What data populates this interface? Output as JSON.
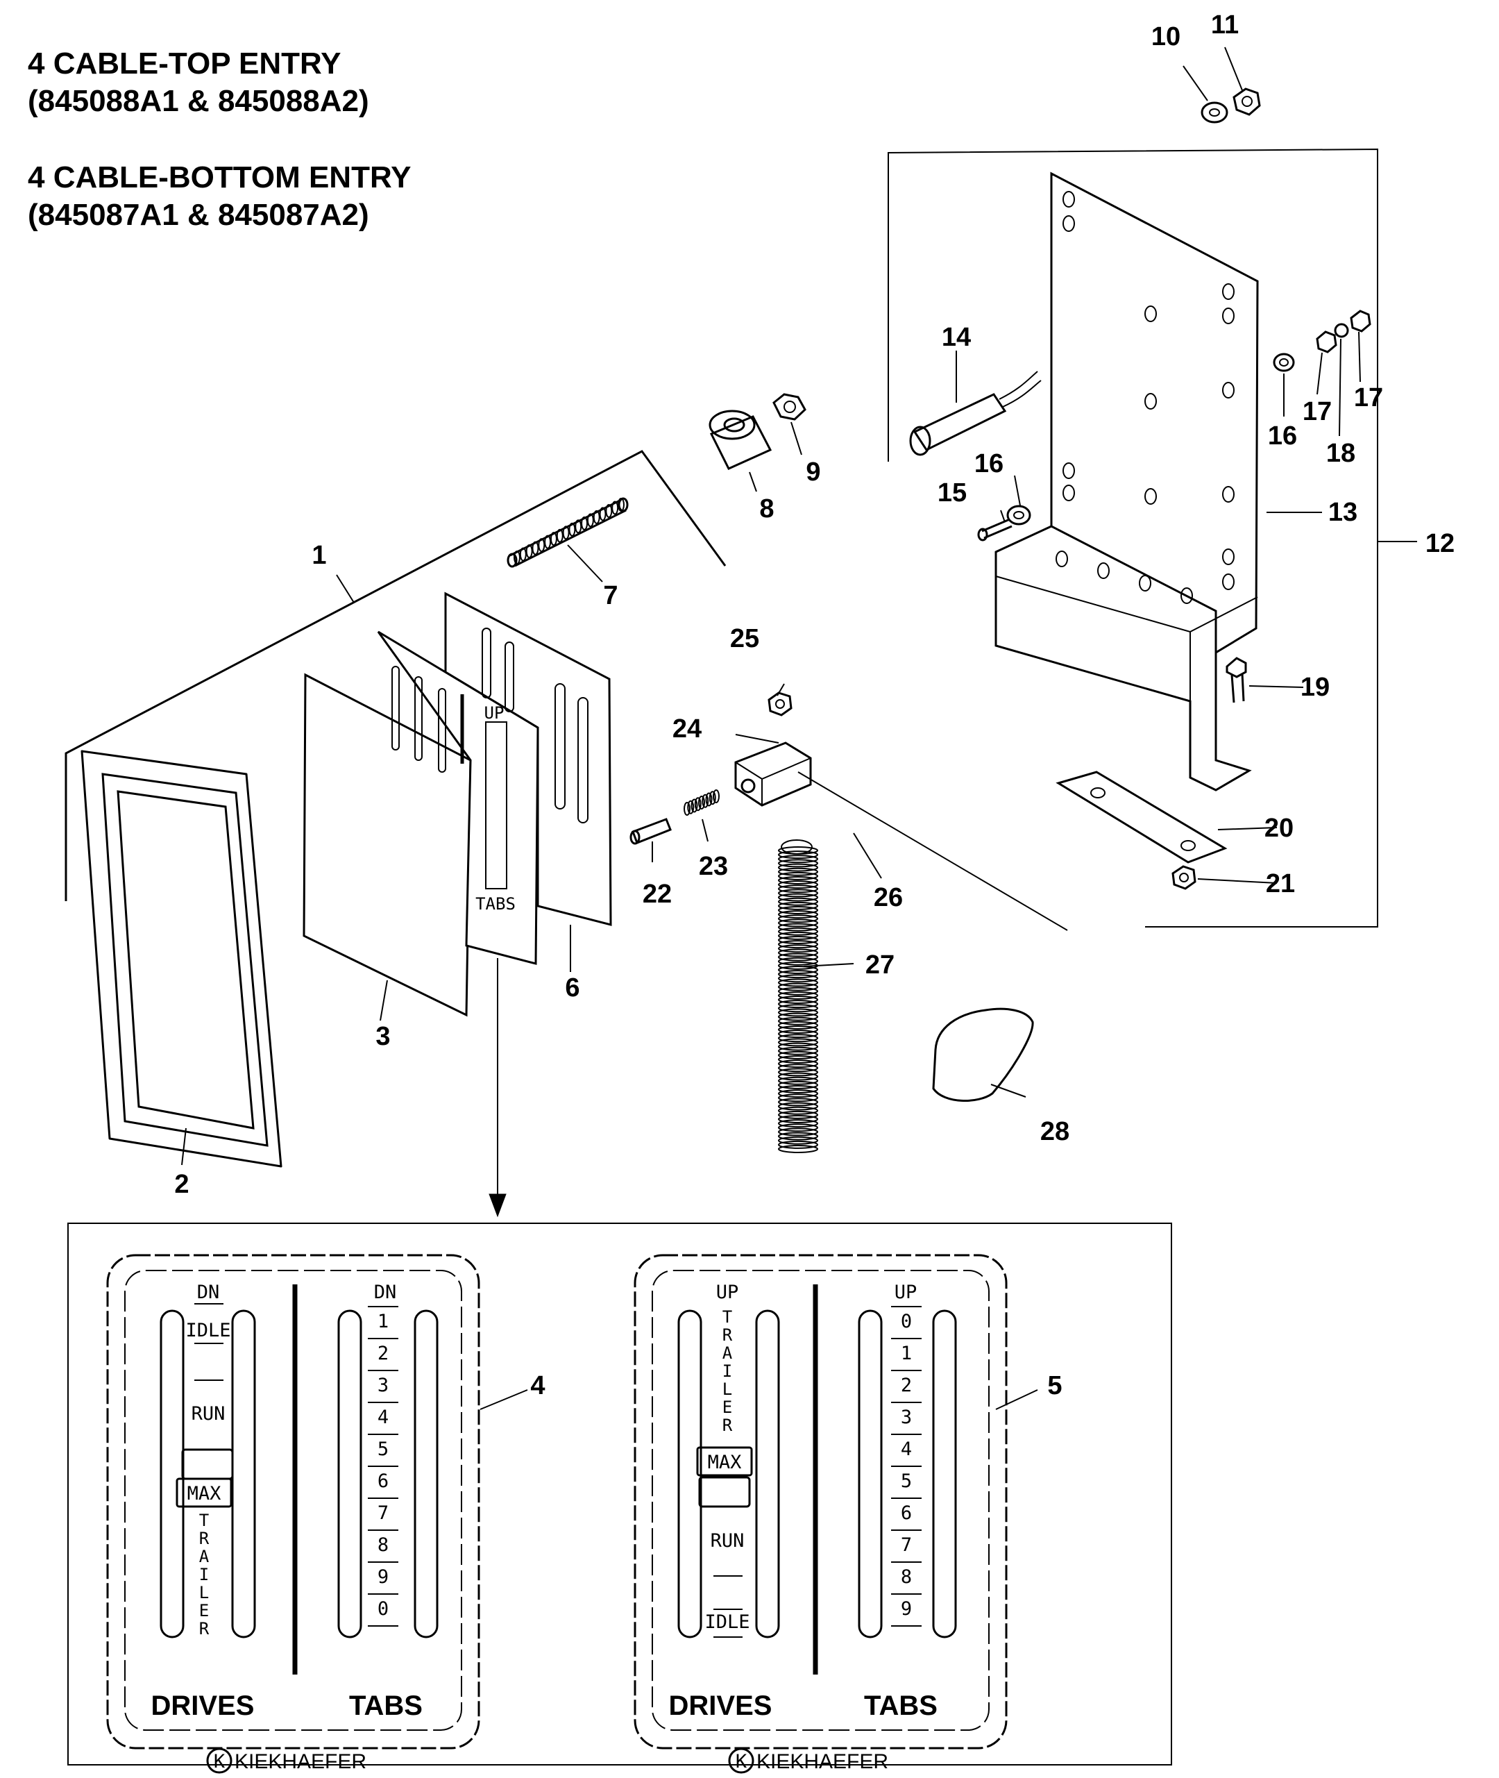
{
  "titles": {
    "line1": "4 CABLE-TOP ENTRY",
    "line2": "(845088A1  & 845088A2)",
    "line3": "4 CABLE-BOTTOM ENTRY",
    "line4": "(845087A1  & 845087A2)"
  },
  "callouts": [
    "1",
    "2",
    "3",
    "4",
    "5",
    "6",
    "7",
    "8",
    "9",
    "10",
    "11",
    "12",
    "13",
    "14",
    "15",
    "16",
    "16",
    "17",
    "17",
    "18",
    "19",
    "20",
    "21",
    "22",
    "23",
    "24",
    "25",
    "26",
    "27",
    "28"
  ],
  "decal_tabs_small": {
    "up": "UP",
    "tabs": "TABS"
  },
  "decal4": {
    "drives_top": "DN",
    "drives_labels": [
      "IDLE",
      "RUN",
      "MAX"
    ],
    "trailer_letters": [
      "T",
      "R",
      "A",
      "I",
      "L",
      "E",
      "R"
    ],
    "tabs_top": "DN",
    "tabs_numbers": [
      "1",
      "2",
      "3",
      "4",
      "5",
      "6",
      "7",
      "8",
      "9",
      "0"
    ],
    "drives_title": "DRIVES",
    "tabs_title": "TABS",
    "brand": "KIEKHAEFER",
    "brand_mark": "K"
  },
  "decal5": {
    "drives_top": "UP",
    "drives_labels": [
      "MAX",
      "RUN",
      "IDLE"
    ],
    "trailer_letters": [
      "T",
      "R",
      "A",
      "I",
      "L",
      "E",
      "R"
    ],
    "tabs_top": "UP",
    "tabs_numbers": [
      "0",
      "1",
      "2",
      "3",
      "4",
      "5",
      "6",
      "7",
      "8",
      "9"
    ],
    "drives_title": "DRIVES",
    "tabs_title": "TABS",
    "brand": "KIEKHAEFER",
    "brand_mark": "K"
  }
}
